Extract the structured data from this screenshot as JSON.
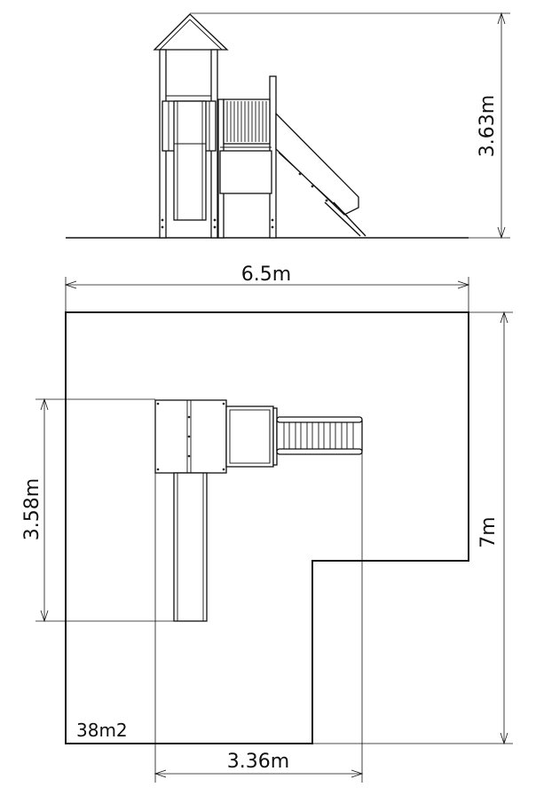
{
  "dimensions": {
    "height": "3.63m",
    "width": "6.5m",
    "depth": "7m",
    "tower_span": "3.58m",
    "bottom_width": "3.36m"
  },
  "area_label": "38m2"
}
